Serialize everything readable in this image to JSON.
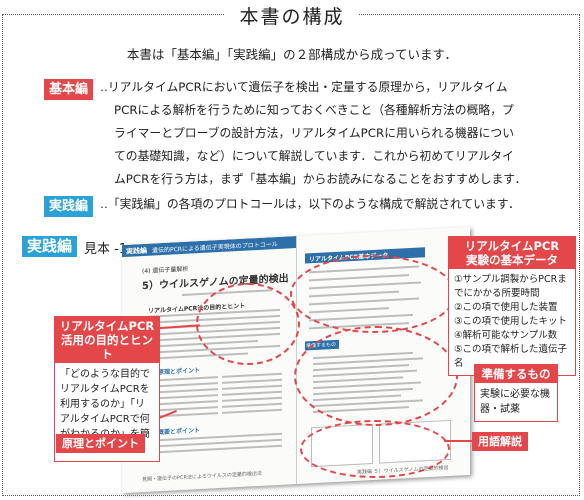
{
  "title": "本書の構成",
  "intro": "本書は「基本編」「実践編」の２部構成から成っています．",
  "kihon": {
    "badge": "基本編",
    "lines": [
      "‥リアルタイムPCRにおいて遺伝子を検出・定量する原理から，リアルタイム",
      "PCRによる解析を行うために知っておくべきこと（各種解析方法の概略，プ",
      "ライマーとプローブの設計方法，リアルタイムPCRに用いられる機器につい",
      "ての基礎知識，など）について解説しています．これから初めてリアルタイ",
      "ムPCRを行う方は，まず「基本編」からお読みになることをおすすめします．"
    ]
  },
  "jissen": {
    "badge": "実践編",
    "text": "‥「実践編」の各項のプロトコールは，以下のような構成で解説されています．"
  },
  "sample": {
    "badge": "実践編",
    "label": "見本 -1"
  },
  "book": {
    "left_tag": "実践編",
    "left_header": "遺伝的PCRによる遺伝子実現体のプロトコール",
    "small_label": "(4) 遺伝子量解析",
    "section_title": "5）ウイルスゲノムの定量的検出",
    "box_heading": "リアルタイムPCR法の目的とヒント",
    "sec_principle": "原理とポイント",
    "sec_basis": "概要とポイント",
    "right_header": "リアルタイムPCR基本データ",
    "prep_heading": "準備するもの",
    "footer_left": "見開・遺伝子のPCR法によるウイルスの定量的検出法",
    "footer_right": "実践編 ５）ウイルスゲノムの定量的検出"
  },
  "callouts": {
    "purpose": {
      "title": "リアルタイムPCR\n活用の目的とヒント",
      "body": "「どのような目的でリアルタイムPCRを利用するのか」「リアルタイムPCRで何がわかるのか」を簡潔に説明."
    },
    "principle": "原理とポイント",
    "basic_data": {
      "title": "リアルタイムPCR\n実験の基本データ",
      "items": [
        "①サンプル調製からPCRまでにかかる所要時間",
        "②この項で使用した装置",
        "③この項で使用したキット",
        "④解析可能なサンプル数",
        "⑤この項で解析した遺伝子名"
      ]
    },
    "materials": {
      "title": "準備するもの",
      "body": "実験に必要な機器・試薬"
    },
    "glossary": "用語解説"
  },
  "colors": {
    "accent_red": "#e4474a",
    "accent_blue": "#2aa2d8",
    "book_blue": "#2d6fa8"
  }
}
